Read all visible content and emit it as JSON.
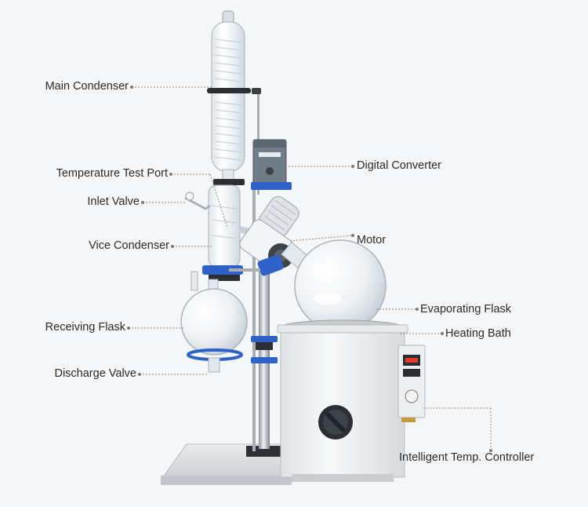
{
  "labels": {
    "main_condenser": "Main Condenser",
    "temperature_test_port": "Temperature Test Port",
    "inlet_valve": "Inlet Valve",
    "vice_condenser": "Vice Condenser",
    "receiving_flask": "Receiving Flask",
    "discharge_valve": "Discharge Valve",
    "digital_converter": "Digital Converter",
    "motor": "Motor",
    "evaporating_flask": "Evaporating Flask",
    "heating_bath": "Heating Bath",
    "intelligent_temp_controller": "Intelligent Temp. Controller"
  },
  "colors": {
    "background": "#f5f6f8",
    "clamp_blue": "#2f62c8",
    "leader_line": "#8a8a8a",
    "glass_stroke": "#a9b3bd",
    "bath_body": "#eef0f2",
    "display_red": "#e23b2e"
  },
  "icons": [
    "digital-display-icon",
    "control-knob-icon",
    "power-switch-icon"
  ]
}
